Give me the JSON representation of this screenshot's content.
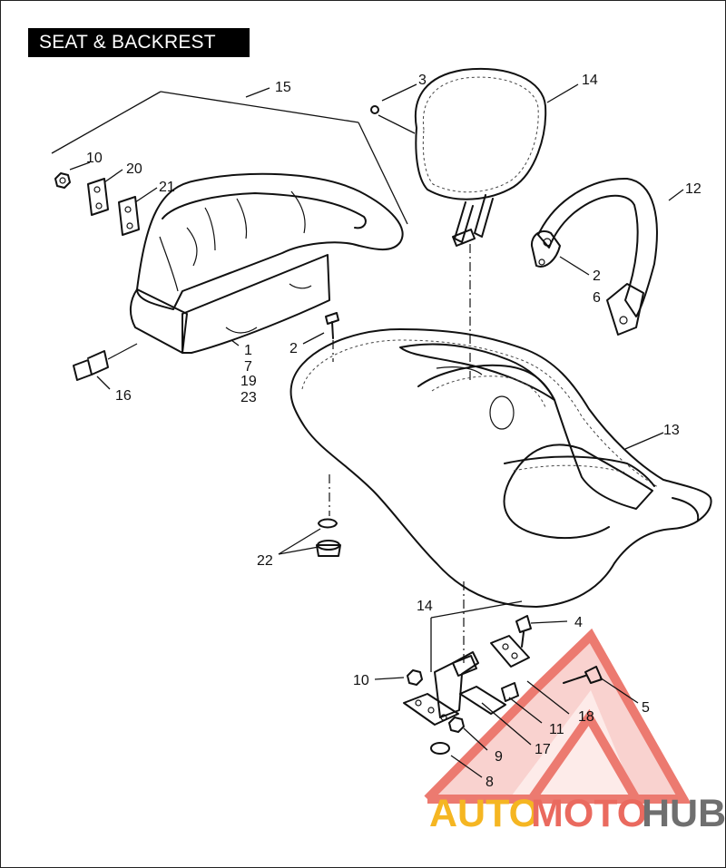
{
  "title": "SEAT & BACKREST",
  "callouts": {
    "c1": "1",
    "c2a": "2",
    "c2b": "2",
    "c3": "3",
    "c4": "4",
    "c5": "5",
    "c6": "6",
    "c7": "7",
    "c8": "8",
    "c9": "9",
    "c10a": "10",
    "c10b": "10",
    "c11": "11",
    "c12": "12",
    "c13": "13",
    "c14a": "14",
    "c14b": "14",
    "c15": "15",
    "c16": "16",
    "c17": "17",
    "c18": "18",
    "c19": "19",
    "c20": "20",
    "c21": "21",
    "c22": "22",
    "c23": "23"
  },
  "watermark": {
    "brand_left": "AUTO",
    "brand_mid": "MOTO",
    "brand_right": "HUB",
    "color_left": "#f5b622",
    "color_mid": "#ea6a5f",
    "color_right": "#6f6f6f"
  }
}
